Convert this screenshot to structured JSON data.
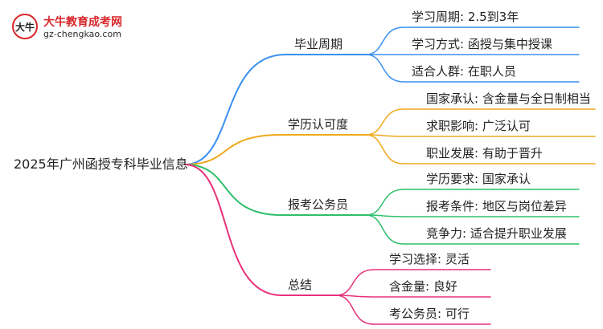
{
  "logo": {
    "site_name": "大牛教育成考网",
    "url": "gz-chengkao.com",
    "mark_text": "大牛"
  },
  "root": "2025年广州函授专科毕业信息",
  "branches": [
    {
      "label": "毕业周期",
      "color": "#3b8ff0",
      "children": [
        "学习周期: 2.5到3年",
        "学习方式: 函授与集中授课",
        "适合人群: 在职人员"
      ]
    },
    {
      "label": "学历认可度",
      "color": "#f0a81c",
      "children": [
        "国家承认: 含金量与全日制相当",
        "求职影响: 广泛认可",
        "职业发展: 有助于晋升"
      ]
    },
    {
      "label": "报考公务员",
      "color": "#2fbf6a",
      "children": [
        "学历要求: 国家承认",
        "报考条件: 地区与岗位差异",
        "竞争力: 适合提升职业发展"
      ]
    },
    {
      "label": "总结",
      "color": "#e8317a",
      "children": [
        "学习选择: 灵活",
        "含金量: 良好",
        "考公务员: 可行"
      ]
    }
  ]
}
